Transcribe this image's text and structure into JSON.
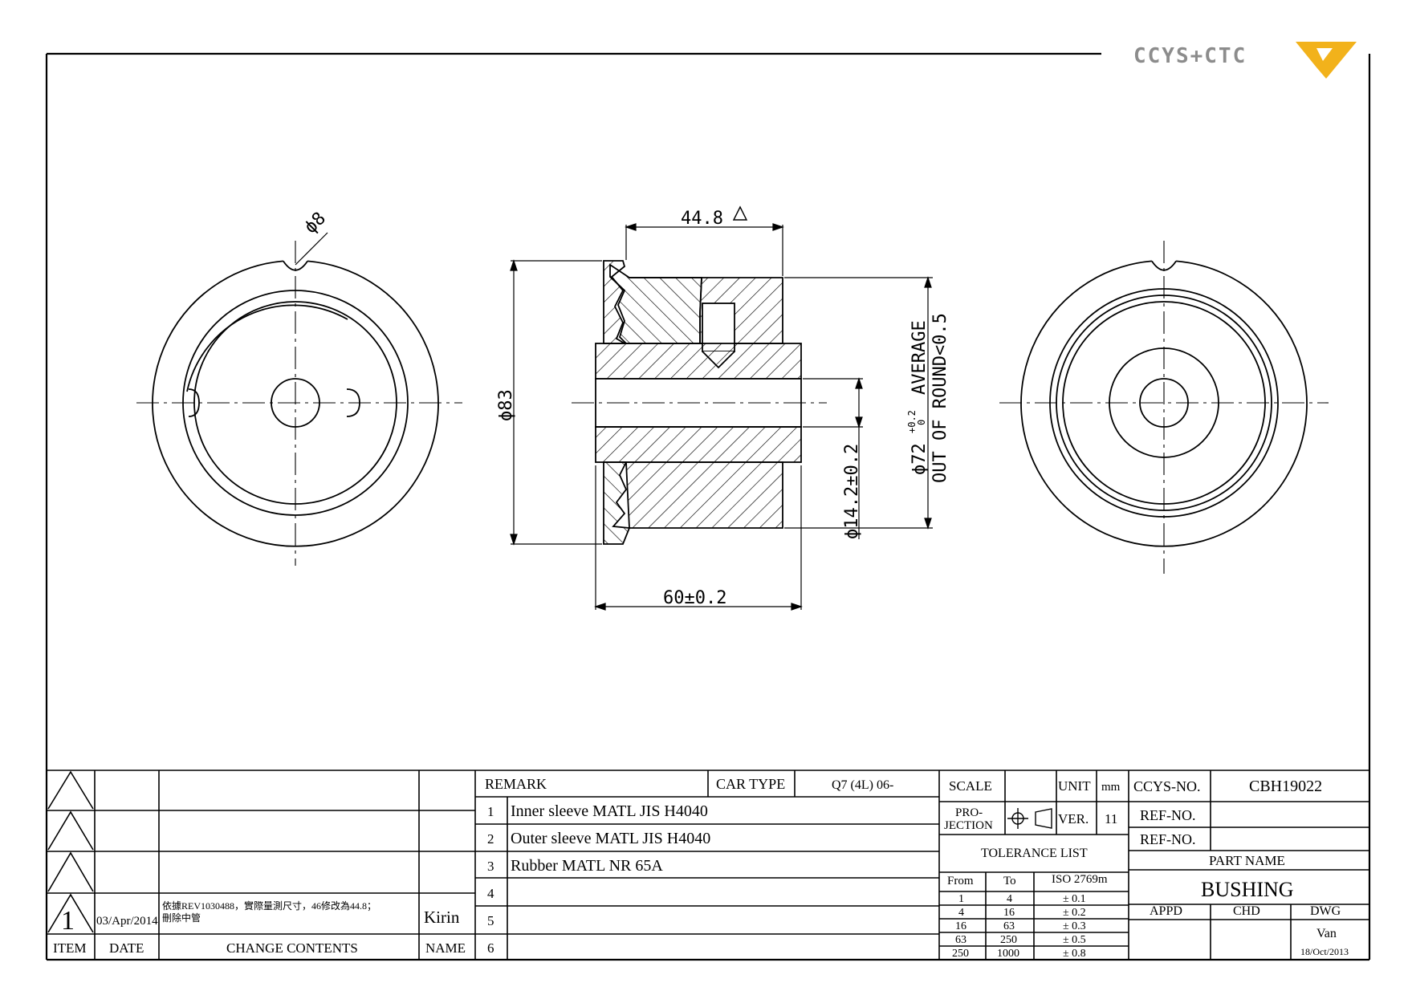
{
  "logo": {
    "text": "CCYS+CTC",
    "accent": "#f2b21b"
  },
  "colors": {
    "line": "#000000",
    "background": "#ffffff"
  },
  "drawing": {
    "dims": {
      "d_hole": "ϕ8",
      "len_outer": "44.8",
      "dia_outer": "ϕ83",
      "len_total": "60±0.2",
      "dia_inner_a": "ϕ14.2±0.2",
      "dia_avg": "ϕ72",
      "tol_upper": "+0.2",
      "tol_lower": "0",
      "avg_word": "AVERAGE",
      "out_of_round": "OUT OF ROUND<0.5"
    }
  },
  "revisions": {
    "rows": [
      {
        "item": "",
        "date": "",
        "contents": "",
        "name": ""
      },
      {
        "item": "",
        "date": "",
        "contents": "",
        "name": ""
      },
      {
        "item": "",
        "date": "",
        "contents": "",
        "name": ""
      },
      {
        "item": "1",
        "date": "03/Apr/2014",
        "contents_line1": "依據REV1030488，實際量測尺寸，46修改為44.8；",
        "contents_line2": "刪除中管",
        "name": "Kirin"
      }
    ],
    "headers": {
      "item": "ITEM",
      "date": "DATE",
      "contents": "CHANGE CONTENTS",
      "name": "NAME"
    }
  },
  "remarks": {
    "header": "REMARK",
    "car_type_label": "CAR TYPE",
    "car_type": "Q7 (4L) 06-",
    "rows": [
      {
        "no": "1",
        "text": "Inner sleeve MATL JIS H4040"
      },
      {
        "no": "2",
        "text": "Outer sleeve MATL JIS H4040"
      },
      {
        "no": "3",
        "text": "Rubber MATL NR 65A"
      },
      {
        "no": "4",
        "text": ""
      },
      {
        "no": "5",
        "text": ""
      },
      {
        "no": "6",
        "text": ""
      }
    ]
  },
  "info": {
    "scale_label": "SCALE",
    "unit_label": "UNIT",
    "unit": "mm",
    "projection_label_1": "PRO-",
    "projection_label_2": "JECTION",
    "ver_label": "VER.",
    "ver": "11",
    "tolerance_title": "TOLERANCE LIST",
    "tol_headers": {
      "from": "From",
      "to": "To",
      "iso": "ISO 2769m"
    },
    "tolerances": [
      {
        "from": "1",
        "to": "4",
        "tol": "± 0.1"
      },
      {
        "from": "4",
        "to": "16",
        "tol": "± 0.2"
      },
      {
        "from": "16",
        "to": "63",
        "tol": "± 0.3"
      },
      {
        "from": "63",
        "to": "250",
        "tol": "± 0.5"
      },
      {
        "from": "250",
        "to": "1000",
        "tol": "± 0.8"
      }
    ]
  },
  "title_block": {
    "ccys_label": "CCYS-NO.",
    "ccys_no": "CBH19022",
    "ref_label_1": "REF-NO.",
    "ref_label_2": "REF-NO.",
    "part_name_label": "PART NAME",
    "part_name": "BUSHING",
    "appd_label": "APPD",
    "chd_label": "CHD",
    "dwg_label": "DWG",
    "dwg_by": "Van",
    "dwg_date": "18/Oct/2013"
  }
}
